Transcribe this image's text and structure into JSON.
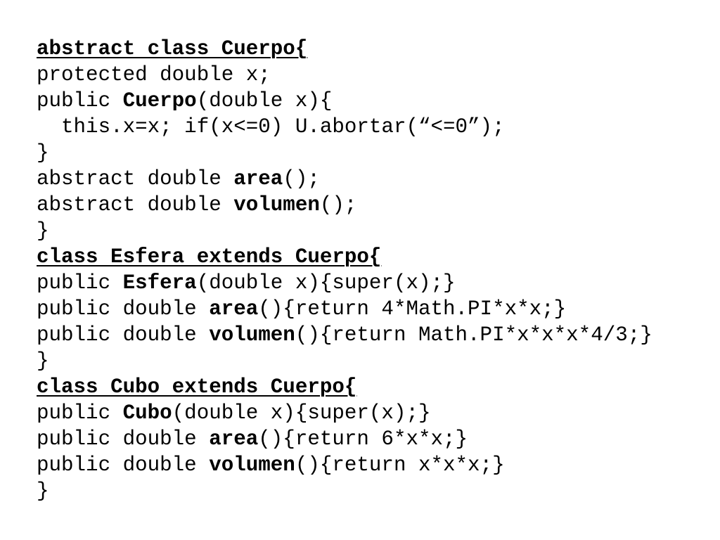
{
  "code": {
    "lines": [
      {
        "segments": [
          {
            "text": "abstract class Cuerpo{",
            "bold": true,
            "underline": true
          }
        ]
      },
      {
        "segments": [
          {
            "text": "protected double x;"
          }
        ]
      },
      {
        "segments": [
          {
            "text": "public "
          },
          {
            "text": "Cuerpo",
            "bold": true
          },
          {
            "text": "(double x){"
          }
        ]
      },
      {
        "segments": [
          {
            "text": "  this.x=x; if(x<=0) U.abortar(“<=0”);"
          }
        ]
      },
      {
        "segments": [
          {
            "text": "}"
          }
        ]
      },
      {
        "segments": [
          {
            "text": "abstract double "
          },
          {
            "text": "area",
            "bold": true
          },
          {
            "text": "();"
          }
        ]
      },
      {
        "segments": [
          {
            "text": "abstract double "
          },
          {
            "text": "volumen",
            "bold": true
          },
          {
            "text": "();"
          }
        ]
      },
      {
        "segments": [
          {
            "text": "}"
          }
        ]
      },
      {
        "segments": [
          {
            "text": "class Esfera extends Cuerpo{",
            "bold": true,
            "underline": true
          }
        ]
      },
      {
        "segments": [
          {
            "text": "public "
          },
          {
            "text": "Esfera",
            "bold": true
          },
          {
            "text": "(double x){super(x);}"
          }
        ]
      },
      {
        "segments": [
          {
            "text": "public double "
          },
          {
            "text": "area",
            "bold": true
          },
          {
            "text": "(){return 4*Math.PI*x*x;}"
          }
        ]
      },
      {
        "segments": [
          {
            "text": "public double "
          },
          {
            "text": "volumen",
            "bold": true
          },
          {
            "text": "(){return Math.PI*x*x*x*4/3;}"
          }
        ]
      },
      {
        "segments": [
          {
            "text": "}"
          }
        ]
      },
      {
        "segments": [
          {
            "text": "class Cubo extends Cuerpo{",
            "bold": true,
            "underline": true
          }
        ]
      },
      {
        "segments": [
          {
            "text": "public "
          },
          {
            "text": "Cubo",
            "bold": true
          },
          {
            "text": "(double x){super(x);}"
          }
        ]
      },
      {
        "segments": [
          {
            "text": "public double "
          },
          {
            "text": "area",
            "bold": true
          },
          {
            "text": "(){return 6*x*x;}"
          }
        ]
      },
      {
        "segments": [
          {
            "text": "public double "
          },
          {
            "text": "volumen",
            "bold": true
          },
          {
            "text": "(){return x*x*x;}"
          }
        ]
      },
      {
        "segments": [
          {
            "text": "}"
          }
        ]
      }
    ]
  }
}
